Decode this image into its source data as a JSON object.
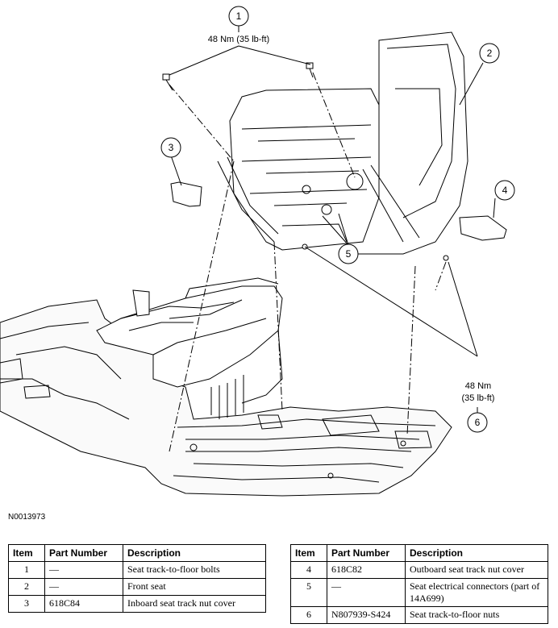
{
  "diagram": {
    "callouts": {
      "c1": "1",
      "c2": "2",
      "c3": "3",
      "c4": "4",
      "c5": "5",
      "c6": "6"
    },
    "torque_top": "48 Nm (35 lb-ft)",
    "torque_bottom_line1": "48 Nm",
    "torque_bottom_line2": "(35 lb-ft)"
  },
  "figure_id": "N0013973",
  "table_headers": {
    "item": "Item",
    "part_number": "Part Number",
    "description": "Description"
  },
  "parts_left": [
    {
      "item": "1",
      "part_number": "—",
      "description": "Seat track-to-floor bolts"
    },
    {
      "item": "2",
      "part_number": "—",
      "description": "Front seat"
    },
    {
      "item": "3",
      "part_number": "618C84",
      "description": "Inboard seat track nut cover"
    }
  ],
  "parts_right": [
    {
      "item": "4",
      "part_number": "618C82",
      "description": "Outboard seat track nut cover"
    },
    {
      "item": "5",
      "part_number": "—",
      "description": "Seat electrical connectors (part of 14A699)"
    },
    {
      "item": "6",
      "part_number": "N807939-S424",
      "description": "Seat track-to-floor nuts"
    }
  ]
}
